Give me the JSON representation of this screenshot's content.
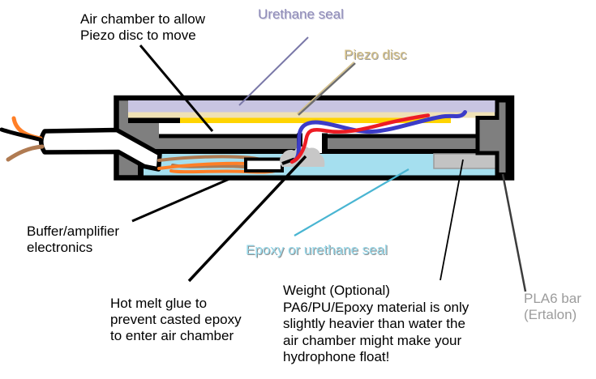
{
  "title": "Hydrophone construction diagram",
  "labels": {
    "air_chamber": {
      "lines": [
        "Air chamber to allow",
        "Piezo disc to move"
      ],
      "color": "#000000"
    },
    "urethane_seal": {
      "text": "Urethane seal",
      "color": "#8F8CB8"
    },
    "piezo_disc": {
      "text": "Piezo disc",
      "color": "#D6C187"
    },
    "buffer_amplifier": {
      "lines": [
        "Buffer/amplifier",
        "electronics"
      ],
      "color": "#000000"
    },
    "epoxy_seal": {
      "text": "Epoxy or urethane seal",
      "color": "#97D9EB"
    },
    "hot_melt_glue": {
      "lines": [
        "Hot melt glue to",
        "prevent casted epoxy",
        "to enter air chamber"
      ],
      "color": "#000000"
    },
    "weight_note": {
      "lines": [
        "Weight (Optional)",
        "PA6/PU/Epoxy material is only",
        "slightly heavier than water the",
        "air chamber might make your",
        "hydrophone float!"
      ],
      "color": "#000000"
    },
    "pla6_bar": {
      "lines": [
        "PLA6 bar",
        "(Ertalon)"
      ],
      "color": "#9C9C9C"
    }
  },
  "colors": {
    "housing_gray": "#7F7F7F",
    "urethane_seal_lavender": "#C8C5E2",
    "piezo_backing_tan": "#EFE1B5",
    "piezo_disc_yellow": "#FFD400",
    "epoxy_cyan": "#A5DFEF",
    "weight_gray": "#C3C3C3",
    "hot_melt_glue_gray": "#C7C7C7",
    "wire_red": "#ED1C24",
    "wire_blue": "#3C3CC8",
    "wire_orange": "#FF7F27",
    "wire_brown": "#B07B52",
    "cable_white": "#FFFFFF",
    "outline_black": "#000000"
  }
}
